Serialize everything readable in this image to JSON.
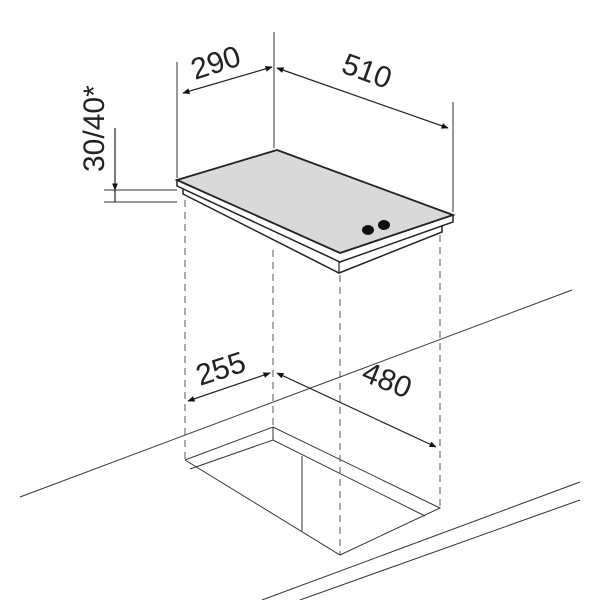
{
  "labels": {
    "depth_hob": "290",
    "width_hob": "510",
    "height_hob": "30/40*",
    "depth_cutout": "255",
    "width_cutout": "480"
  },
  "colors": {
    "hob_top": "#d9d9d9",
    "lines": "#222222"
  }
}
